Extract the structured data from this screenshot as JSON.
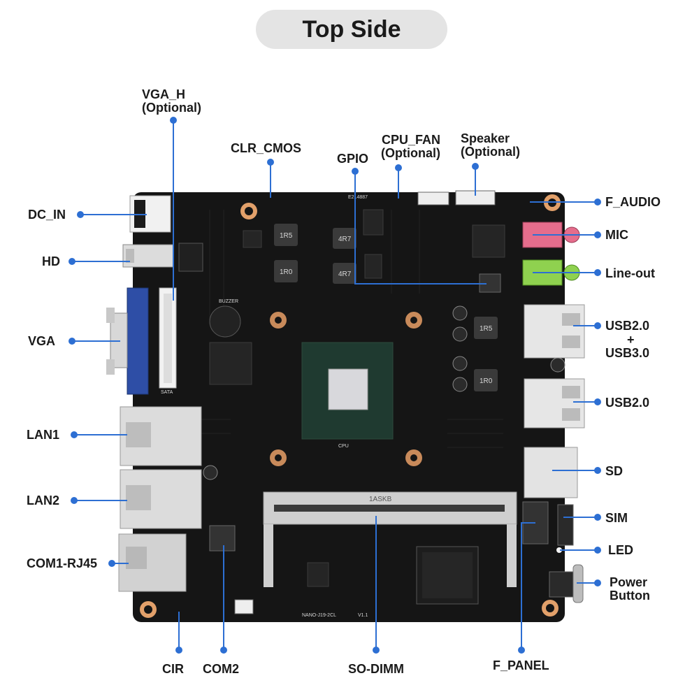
{
  "title": "Top Side",
  "colors": {
    "leader": "#2d6fd3",
    "pcb": "#151515",
    "text": "#1a1a1a",
    "pill": "#e4e4e4"
  },
  "silkscreen": {
    "cpu": "CPU",
    "dimm": "1ASKB",
    "model": "NANO-J19-2CL",
    "ver": "V1.1",
    "buzzer": "BUZZER",
    "sata": "SATA",
    "inductor_1r5": "1R5",
    "inductor_1r0": "1R0",
    "inductor_4r7": "4R7",
    "cert": "E214887"
  },
  "labels": {
    "dc_in": "DC_IN",
    "hd": "HD",
    "vga": "VGA",
    "lan1": "LAN1",
    "lan2": "LAN2",
    "com1": "COM1-RJ45",
    "vga_h_1": "VGA_H",
    "vga_h_2": "(Optional)",
    "clr_cmos": "CLR_CMOS",
    "gpio": "GPIO",
    "cpu_fan_1": "CPU_FAN",
    "cpu_fan_2": "(Optional)",
    "speaker_1": "Speaker",
    "speaker_2": "(Optional)",
    "f_audio": "F_AUDIO",
    "mic": "MIC",
    "line_out": "Line-out",
    "usb_combo_1": "USB2.0",
    "usb_combo_plus": "+",
    "usb_combo_2": "USB3.0",
    "usb2": "USB2.0",
    "sd": "SD",
    "sim": "SIM",
    "led": "LED",
    "power_1": "Power",
    "power_2": "Button",
    "cir": "CIR",
    "com2": "COM2",
    "so_dimm": "SO-DIMM",
    "f_panel": "F_PANEL"
  }
}
